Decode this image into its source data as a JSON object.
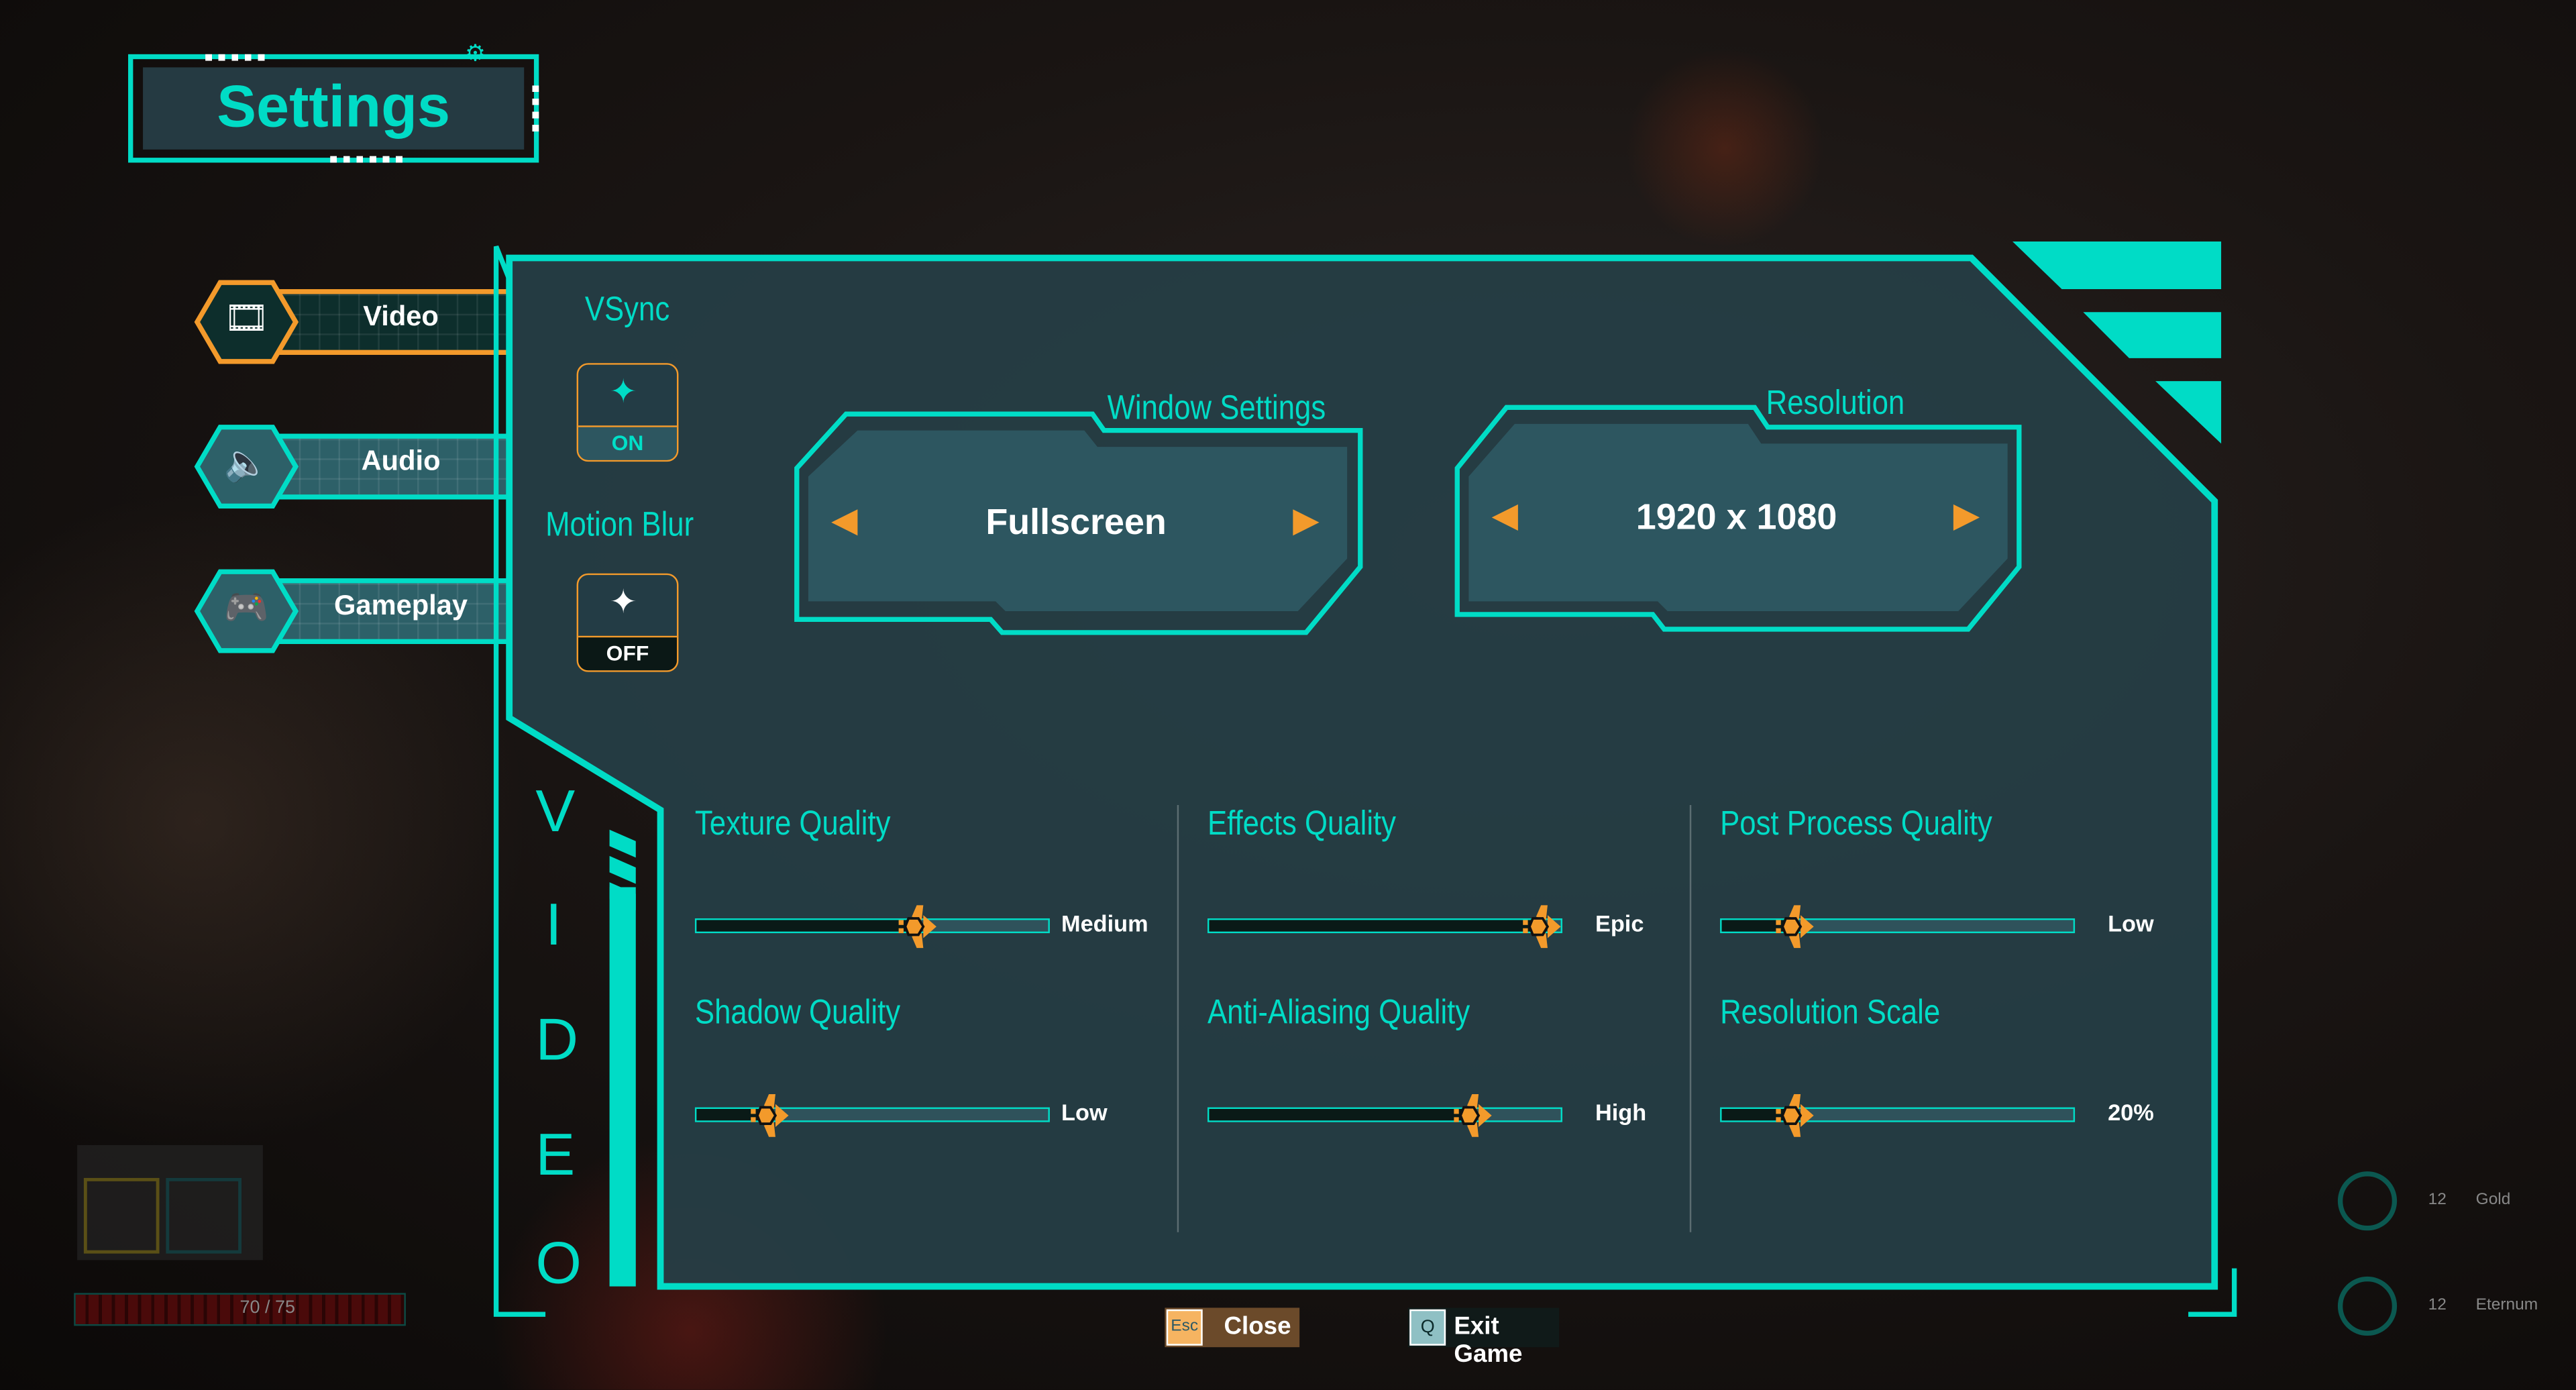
{
  "title": "Settings",
  "nav": [
    {
      "label": "Video",
      "icon": "video-icon",
      "active": true
    },
    {
      "label": "Audio",
      "icon": "audio-icon",
      "active": false
    },
    {
      "label": "Gameplay",
      "icon": "gamepad-icon",
      "active": false
    }
  ],
  "toggles": {
    "vsync": {
      "label": "VSync",
      "state": "ON"
    },
    "motion_blur": {
      "label": "Motion Blur",
      "state": "OFF"
    }
  },
  "window_settings": {
    "label": "Window Settings",
    "value": "Fullscreen"
  },
  "resolution": {
    "label": "Resolution",
    "value": "1920 x 1080"
  },
  "side_label": [
    "V",
    "I",
    "D",
    "E",
    "O"
  ],
  "sliders": [
    {
      "label": "Texture Quality",
      "value": "Medium",
      "fraction": 0.63
    },
    {
      "label": "Effects Quality",
      "value": "Epic",
      "fraction": 0.95
    },
    {
      "label": "Post Process Quality",
      "value": "Low",
      "fraction": 0.21
    },
    {
      "label": "Shadow Quality",
      "value": "Low",
      "fraction": 0.21
    },
    {
      "label": "Anti-Aliasing Quality",
      "value": "High",
      "fraction": 0.75
    },
    {
      "label": "Resolution Scale",
      "value": "20%",
      "fraction": 0.21
    }
  ],
  "footer": {
    "close_key": "Esc",
    "close_label": "Close",
    "exit_key": "Q",
    "exit_label": "Exit Game"
  },
  "hud": {
    "health": "70 / 75",
    "gold_count": "12",
    "gold_label": "Gold",
    "eternum_count": "12",
    "eternum_label": "Eternum"
  },
  "colors": {
    "accent": "#00dcc6",
    "highlight": "#f39a2b"
  }
}
